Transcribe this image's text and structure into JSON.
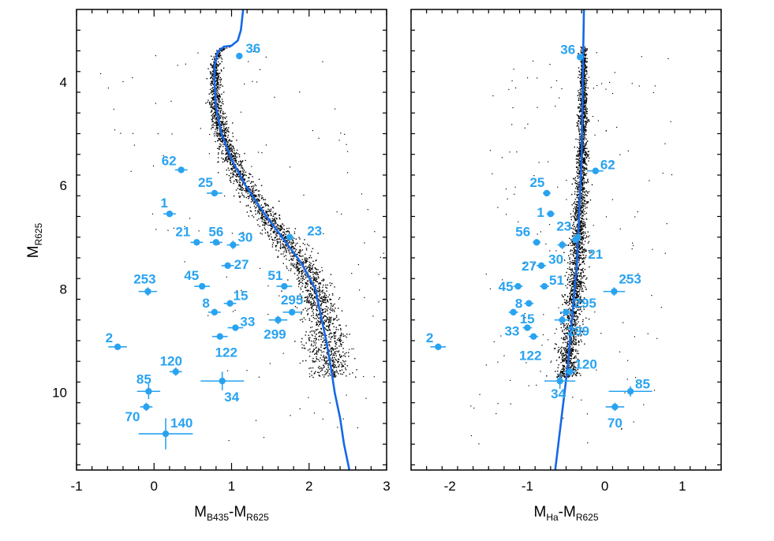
{
  "colors": {
    "stars": "#29a3f0",
    "isochrone": "#1668e8",
    "field": "#000000"
  },
  "chart_data": [
    {
      "type": "scatter",
      "xlabel": {
        "main": "M",
        "sub1": "B435",
        "mid": "-M",
        "sub2": "R625"
      },
      "ylabel": {
        "main": "M",
        "sub": "R625"
      },
      "xlim": [
        -1,
        3
      ],
      "ylim": [
        11.5,
        2.6
      ],
      "y_inverted": true,
      "xticks": [
        -1,
        0,
        1,
        2,
        3
      ],
      "yticks": [
        4,
        6,
        8,
        10
      ],
      "isochrone": [
        [
          1.15,
          2.6
        ],
        [
          1.12,
          3.0
        ],
        [
          1.08,
          3.2
        ],
        [
          1.0,
          3.3
        ],
        [
          0.9,
          3.32
        ],
        [
          0.82,
          3.42
        ],
        [
          0.78,
          3.7
        ],
        [
          0.78,
          4.0
        ],
        [
          0.8,
          4.5
        ],
        [
          0.87,
          5.0
        ],
        [
          1.0,
          5.5
        ],
        [
          1.18,
          6.0
        ],
        [
          1.4,
          6.5
        ],
        [
          1.65,
          7.0
        ],
        [
          1.9,
          7.5
        ],
        [
          2.08,
          8.0
        ],
        [
          2.15,
          8.5
        ],
        [
          2.22,
          9.0
        ],
        [
          2.28,
          9.5
        ],
        [
          2.33,
          10.0
        ],
        [
          2.4,
          10.5
        ],
        [
          2.45,
          11.0
        ],
        [
          2.52,
          11.5
        ]
      ],
      "stars": [
        {
          "id": "36",
          "x": 1.1,
          "y": 3.5,
          "xerr": 0.04,
          "yerr": 0.04
        },
        {
          "id": "62",
          "x": 0.35,
          "y": 5.7,
          "xerr": 0.08,
          "yerr": 0.06
        },
        {
          "id": "25",
          "x": 0.78,
          "y": 6.15,
          "xerr": 0.1,
          "yerr": 0.06
        },
        {
          "id": "1",
          "x": 0.2,
          "y": 6.55,
          "xerr": 0.08,
          "yerr": 0.06
        },
        {
          "id": "23",
          "x": 1.75,
          "y": 7.0,
          "xerr": 0.05,
          "yerr": 0.05
        },
        {
          "id": "21",
          "x": 0.55,
          "y": 7.1,
          "xerr": 0.08,
          "yerr": 0.06
        },
        {
          "id": "56",
          "x": 0.8,
          "y": 7.1,
          "xerr": 0.08,
          "yerr": 0.06
        },
        {
          "id": "30",
          "x": 1.02,
          "y": 7.15,
          "xerr": 0.08,
          "yerr": 0.08
        },
        {
          "id": "27",
          "x": 0.95,
          "y": 7.55,
          "xerr": 0.08,
          "yerr": 0.06
        },
        {
          "id": "45",
          "x": 0.62,
          "y": 7.95,
          "xerr": 0.1,
          "yerr": 0.06
        },
        {
          "id": "51",
          "x": 1.68,
          "y": 7.95,
          "xerr": 0.1,
          "yerr": 0.06
        },
        {
          "id": "253",
          "x": -0.08,
          "y": 8.05,
          "xerr": 0.12,
          "yerr": 0.08
        },
        {
          "id": "15",
          "x": 0.98,
          "y": 8.28,
          "xerr": 0.08,
          "yerr": 0.06
        },
        {
          "id": "8",
          "x": 0.78,
          "y": 8.45,
          "xerr": 0.08,
          "yerr": 0.06
        },
        {
          "id": "295",
          "x": 1.78,
          "y": 8.45,
          "xerr": 0.12,
          "yerr": 0.06
        },
        {
          "id": "299",
          "x": 1.6,
          "y": 8.6,
          "xerr": 0.12,
          "yerr": 0.08
        },
        {
          "id": "33",
          "x": 1.05,
          "y": 8.75,
          "xerr": 0.1,
          "yerr": 0.06
        },
        {
          "id": "122",
          "x": 0.85,
          "y": 8.92,
          "xerr": 0.1,
          "yerr": 0.06
        },
        {
          "id": "2",
          "x": -0.47,
          "y": 9.12,
          "xerr": 0.12,
          "yerr": 0.06
        },
        {
          "id": "120",
          "x": 0.28,
          "y": 9.6,
          "xerr": 0.08,
          "yerr": 0.08
        },
        {
          "id": "34",
          "x": 0.88,
          "y": 9.78,
          "xerr": 0.28,
          "yerr": 0.18
        },
        {
          "id": "85",
          "x": -0.07,
          "y": 9.98,
          "xerr": 0.15,
          "yerr": 0.15
        },
        {
          "id": "70",
          "x": -0.1,
          "y": 10.28,
          "xerr": 0.08,
          "yerr": 0.08
        },
        {
          "id": "140",
          "x": 0.15,
          "y": 10.8,
          "xerr": 0.35,
          "yerr": 0.3
        }
      ]
    },
    {
      "type": "scatter",
      "xlabel": {
        "main": "M",
        "sub1": "Ha",
        "mid": "-M",
        "sub2": "R625"
      },
      "xlim": [
        -2.5,
        1.5
      ],
      "ylim": [
        11.5,
        2.6
      ],
      "y_inverted": true,
      "xticks": [
        -2,
        -1,
        0,
        1
      ],
      "yticks": [
        4,
        6,
        8,
        10
      ],
      "isochrone": [
        [
          -0.27,
          2.6
        ],
        [
          -0.28,
          3.5
        ],
        [
          -0.29,
          4.5
        ],
        [
          -0.3,
          5.5
        ],
        [
          -0.33,
          6.5
        ],
        [
          -0.36,
          7.5
        ],
        [
          -0.42,
          8.5
        ],
        [
          -0.48,
          9.5
        ],
        [
          -0.56,
          10.5
        ],
        [
          -0.64,
          11.5
        ]
      ],
      "stars": [
        {
          "id": "36",
          "x": -0.32,
          "y": 3.52,
          "xerr": 0.04,
          "yerr": 0.04
        },
        {
          "id": "62",
          "x": -0.12,
          "y": 5.72,
          "xerr": 0.1,
          "yerr": 0.06
        },
        {
          "id": "25",
          "x": -0.75,
          "y": 6.15,
          "xerr": 0.05,
          "yerr": 0.06
        },
        {
          "id": "1",
          "x": -0.7,
          "y": 6.55,
          "xerr": 0.05,
          "yerr": 0.06
        },
        {
          "id": "23",
          "x": -0.35,
          "y": 7.0,
          "xerr": 0.04,
          "yerr": 0.05
        },
        {
          "id": "56",
          "x": -0.88,
          "y": 7.1,
          "xerr": 0.05,
          "yerr": 0.06
        },
        {
          "id": "30",
          "x": -0.55,
          "y": 7.15,
          "xerr": 0.06,
          "yerr": 0.08
        },
        {
          "id": "21",
          "x": -0.38,
          "y": 7.05,
          "xerr": 0.05,
          "yerr": 0.06
        },
        {
          "id": "27",
          "x": -0.82,
          "y": 7.55,
          "xerr": 0.06,
          "yerr": 0.06
        },
        {
          "id": "45",
          "x": -1.12,
          "y": 7.95,
          "xerr": 0.06,
          "yerr": 0.06
        },
        {
          "id": "51",
          "x": -0.78,
          "y": 7.95,
          "xerr": 0.06,
          "yerr": 0.06
        },
        {
          "id": "253",
          "x": 0.12,
          "y": 8.05,
          "xerr": 0.14,
          "yerr": 0.08
        },
        {
          "id": "8",
          "x": -0.98,
          "y": 8.28,
          "xerr": 0.06,
          "yerr": 0.06
        },
        {
          "id": "15",
          "x": -1.18,
          "y": 8.45,
          "xerr": 0.06,
          "yerr": 0.06
        },
        {
          "id": "295",
          "x": -0.5,
          "y": 8.45,
          "xerr": 0.08,
          "yerr": 0.06
        },
        {
          "id": "299",
          "x": -0.55,
          "y": 8.6,
          "xerr": 0.1,
          "yerr": 0.08
        },
        {
          "id": "33",
          "x": -1.0,
          "y": 8.75,
          "xerr": 0.06,
          "yerr": 0.06
        },
        {
          "id": "122",
          "x": -0.92,
          "y": 8.92,
          "xerr": 0.06,
          "yerr": 0.06
        },
        {
          "id": "2",
          "x": -2.15,
          "y": 9.12,
          "xerr": 0.1,
          "yerr": 0.06
        },
        {
          "id": "120",
          "x": -0.45,
          "y": 9.6,
          "xerr": 0.08,
          "yerr": 0.08
        },
        {
          "id": "34",
          "x": -0.58,
          "y": 9.78,
          "xerr": 0.2,
          "yerr": 0.15
        },
        {
          "id": "85",
          "x": 0.33,
          "y": 9.98,
          "xerr": 0.28,
          "yerr": 0.1
        },
        {
          "id": "70",
          "x": 0.13,
          "y": 10.28,
          "xerr": 0.12,
          "yerr": 0.08
        }
      ]
    }
  ]
}
